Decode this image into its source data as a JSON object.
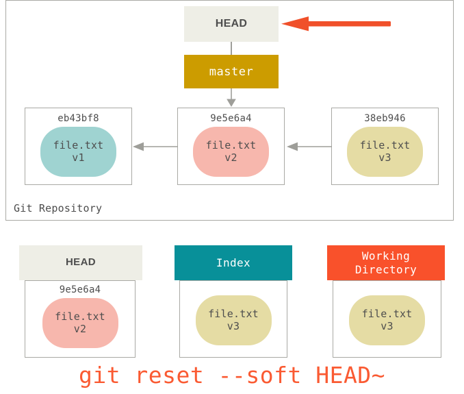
{
  "diagram": {
    "title": "git reset --soft HEAD~",
    "repository": {
      "label": "Git Repository",
      "head_pointer": {
        "label": "HEAD",
        "annotation_icon": "red-left-arrow"
      },
      "branch": {
        "label": "master",
        "color": "#cc9c00"
      },
      "commits": [
        {
          "hash": "eb43bf8",
          "file": "file.txt",
          "version": "v1",
          "blob_color": "#9fd3d1"
        },
        {
          "hash": "9e5e6a4",
          "file": "file.txt",
          "version": "v2",
          "blob_color": "#f7b7ad"
        },
        {
          "hash": "38eb946",
          "file": "file.txt",
          "version": "v3",
          "blob_color": "#e5dca4"
        }
      ]
    },
    "areas": [
      {
        "name": "HEAD",
        "header_color": "#eeeee6",
        "header_text_color": "#4d4d4d",
        "hash": "9e5e6a4",
        "file": "file.txt",
        "version": "v2",
        "blob_color": "#f7b7ad"
      },
      {
        "name": "Index",
        "header_color": "#089099",
        "header_text_color": "#ffffff",
        "hash": "",
        "file": "file.txt",
        "version": "v3",
        "blob_color": "#e5dca4"
      },
      {
        "name": "Working\nDirectory",
        "header_color": "#f9512b",
        "header_text_color": "#ffffff",
        "hash": "",
        "file": "file.txt",
        "version": "v3",
        "blob_color": "#e5dca4"
      }
    ],
    "command": "git reset --soft HEAD~",
    "colors": {
      "command_text": "#fa5a32",
      "arrow_gray": "#9e9e99",
      "attention_arrow": "#f0502a",
      "border": "#a9a9a4",
      "text": "#4d4d4d"
    }
  }
}
